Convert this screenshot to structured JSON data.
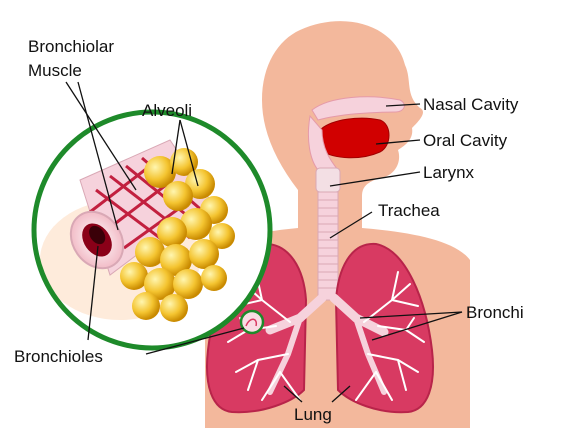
{
  "labels": {
    "bronchiolar_muscle_line1": "Bronchiolar",
    "bronchiolar_muscle_line2": "Muscle",
    "alveoli": "Alveoli",
    "nasal_cavity": "Nasal Cavity",
    "oral_cavity": "Oral Cavity",
    "larynx": "Larynx",
    "trachea": "Trachea",
    "bronchi": "Bronchi",
    "bronchioles": "Bronchioles",
    "lung": "Lung"
  },
  "colors": {
    "skin": "#f3b89c",
    "lung": "#d83a62",
    "lung_shadow": "#b8244a",
    "airway": "#f6d2dc",
    "cavity": "#d10000",
    "inset_ring": "#1e8a2a",
    "alveoli": "#f4c430"
  }
}
